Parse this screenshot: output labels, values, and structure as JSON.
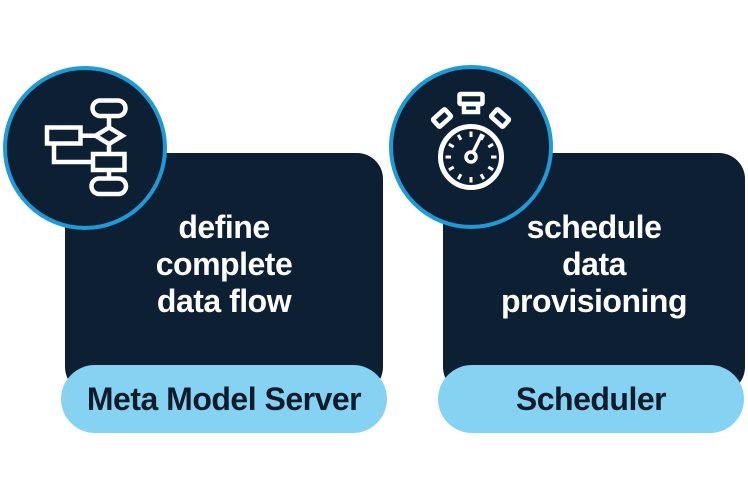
{
  "colors": {
    "background": "#ffffff",
    "card": "#0d1f33",
    "ring": "#1d9ad8",
    "pill": "#85d2f2",
    "pill_text": "#0d1b2b",
    "card_text": "#ffffff",
    "icon_stroke": "#ffffff"
  },
  "cards": [
    {
      "name": "meta-model-server",
      "icon": "flowchart-icon",
      "lines": [
        "define",
        "complete",
        "data flow"
      ],
      "label": "Meta Model Server"
    },
    {
      "name": "scheduler",
      "icon": "stopwatch-icon",
      "lines": [
        "schedule",
        "data",
        "provisioning"
      ],
      "label": "Scheduler"
    }
  ]
}
